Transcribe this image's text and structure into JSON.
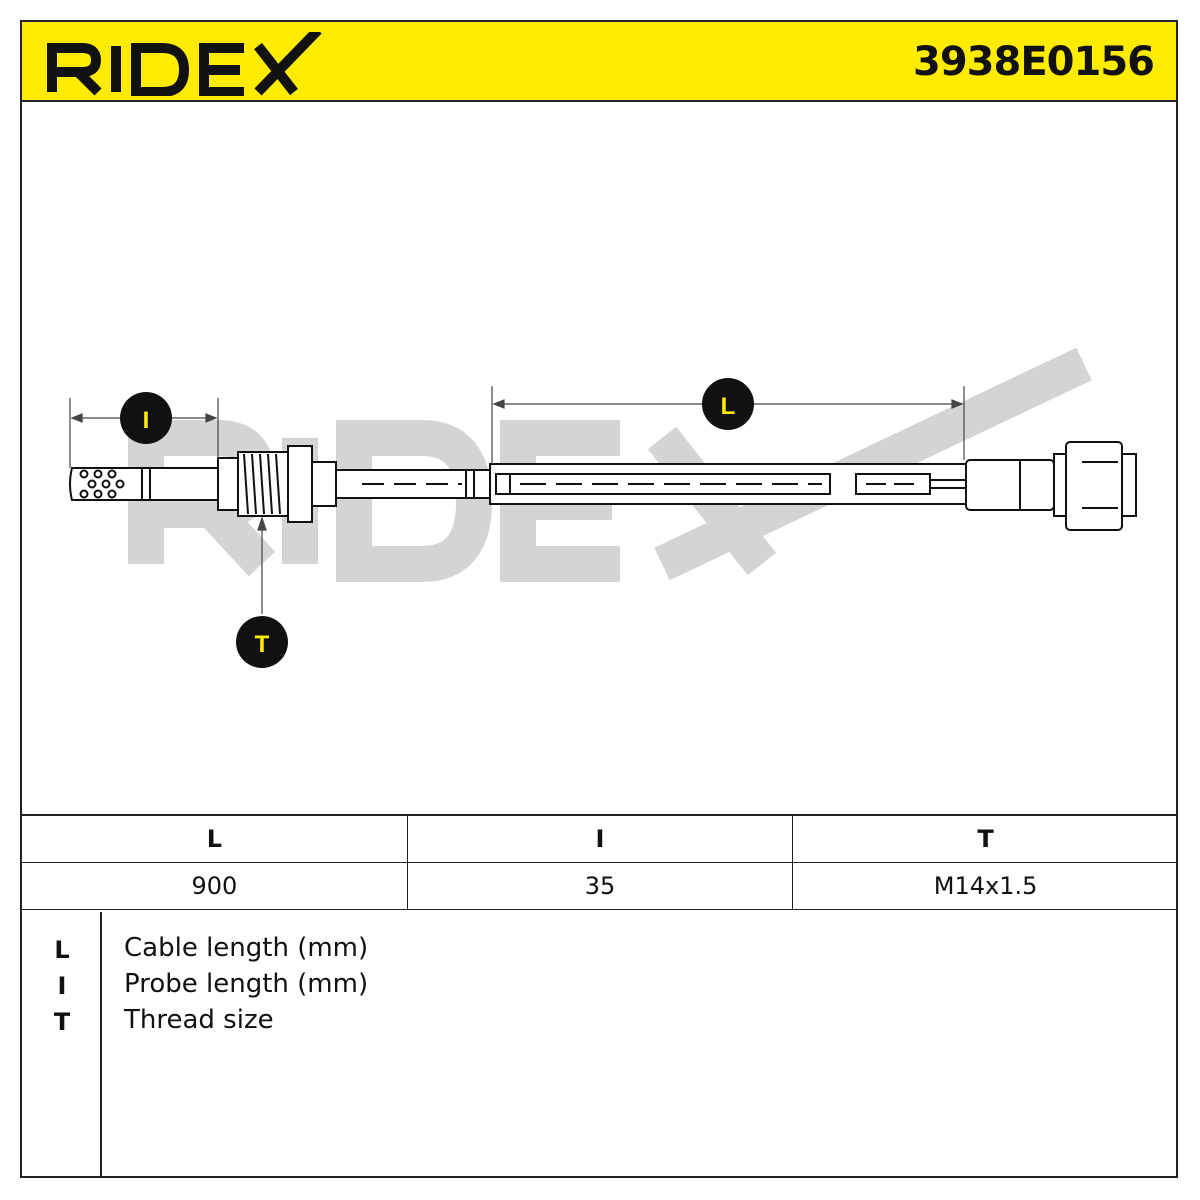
{
  "header": {
    "brand": "RIDEX",
    "part_number": "3938E0156",
    "background_color": "#ffec00"
  },
  "drawing": {
    "watermark": "RIDEX",
    "callouts": {
      "probe": "I",
      "cable": "L",
      "thread": "T"
    },
    "callout_bg": "#111111",
    "callout_text_color": "#ffec00"
  },
  "spec_table": {
    "headers": [
      "L",
      "I",
      "T"
    ],
    "values": [
      "900",
      "35",
      "M14x1.5"
    ]
  },
  "legend": [
    {
      "key": "L",
      "description": "Cable length (mm)"
    },
    {
      "key": "I",
      "description": "Probe length (mm)"
    },
    {
      "key": "T",
      "description": "Thread size"
    }
  ]
}
